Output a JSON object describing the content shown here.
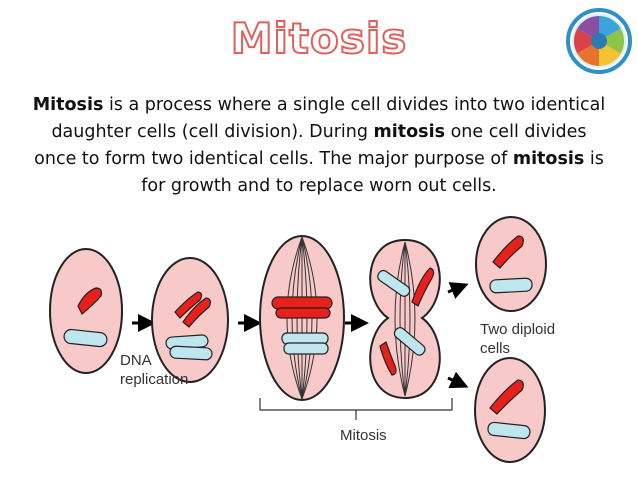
{
  "title": "Mitosis",
  "description": {
    "t1": "Mitosis",
    "t2": " is a process where a single cell divides into two identical daughter cells (cell division). During ",
    "t3": "mitosis",
    "t4": " one cell divides once to form two identical cells. The major purpose of ",
    "t5": "mitosis",
    "t6": " is for growth and to replace worn out cells."
  },
  "labels": {
    "dna_line1": "DNA",
    "dna_line2": "replication",
    "mitosis": "Mitosis",
    "diploid_line1": "Two diploid",
    "diploid_line2": "cells"
  },
  "colors": {
    "title": "#e0605a",
    "cell_fill": "#f7c9c9",
    "chromosome_red": "#e8201c",
    "chromosome_blue": "#bfe6ee",
    "arrow": "#000000"
  },
  "logo_icon": "color-wheel-badge-icon"
}
